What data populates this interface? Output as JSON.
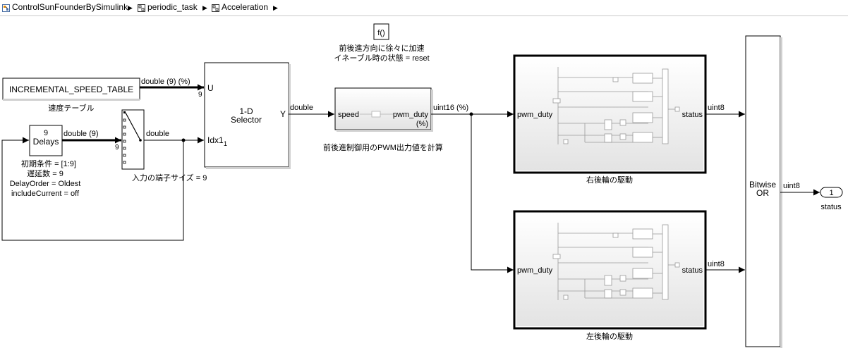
{
  "breadcrumb": [
    {
      "label": "ControlSunFounderBySimulink",
      "icon": "model-icon"
    },
    {
      "label": "periodic_task",
      "icon": "subsystem-icon"
    },
    {
      "label": "Acceleration",
      "icon": "subsystem-icon"
    }
  ],
  "fcn_block": {
    "label": "f()",
    "annotation_line1": "前後進方向に徐々に加速",
    "annotation_line2": "イネーブル時の状態 = reset"
  },
  "lookup_table": {
    "label": "INCREMENTAL_SPEED_TABLE",
    "caption": "速度テーブル",
    "signal_label": "double (9) (%)",
    "width_label": "9"
  },
  "delay_block": {
    "label_top": "9",
    "label_bottom": "Delays",
    "signal_label": "double (9)",
    "width_label": "9",
    "param1": "初期条件 = [1:9]",
    "param2": "遅延数 = 9",
    "param3": "DelayOrder = Oldest",
    "param4": "includeCurrent = off"
  },
  "multiport_switch": {
    "signal_label": "double",
    "caption": "入力の端子サイズ = 9"
  },
  "selector": {
    "title_line1": "1-D",
    "title_line2": "Selector",
    "port_u": "U",
    "port_idx": "Idx1",
    "port_idx_sub": "1",
    "port_y": "Y",
    "out_signal": "double"
  },
  "pwm_subsystem": {
    "in_port": "speed",
    "out_port": "pwm_duty",
    "out_port_unit": "(%)",
    "caption": "前後進制御用のPWM出力値を計算",
    "out_signal": "uint16 (%)"
  },
  "right_wheel": {
    "in_port": "pwm_duty",
    "out_port": "status",
    "caption": "右後輪の駆動",
    "out_signal": "uint8"
  },
  "left_wheel": {
    "in_port": "pwm_duty",
    "out_port": "status",
    "caption": "左後輪の駆動",
    "out_signal": "uint8"
  },
  "bitwise_or": {
    "line1": "Bitwise",
    "line2": "OR",
    "out_signal": "uint8"
  },
  "outport": {
    "number": "1",
    "label": "status"
  },
  "colors": {
    "line": "#000000",
    "block_border": "#000000",
    "subsystem_fill_top": "#ffffff",
    "subsystem_fill_bottom": "#e6e6e6",
    "inner_line": "#9a9a9a",
    "breadcrumb_border": "#c9c9c9"
  }
}
